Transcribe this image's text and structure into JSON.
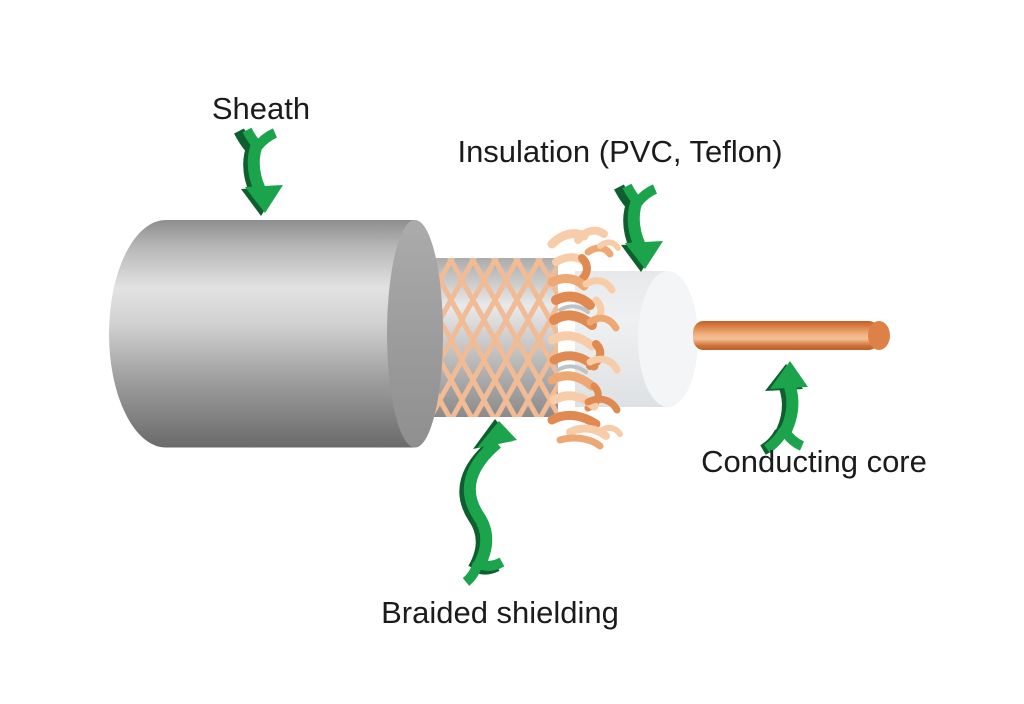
{
  "diagram": {
    "subject": "Coaxial cable cutaway diagram",
    "background": "#ffffff",
    "parts": [
      {
        "id": "sheath",
        "label": "Sheath",
        "arrow": "down"
      },
      {
        "id": "insulation",
        "label": "Insulation (PVC, Teflon)",
        "arrow": "down"
      },
      {
        "id": "braided-shielding",
        "label": "Braided shielding",
        "arrow": "curved-up"
      },
      {
        "id": "conducting-core",
        "label": "Conducting core",
        "arrow": "up"
      }
    ],
    "colors": {
      "arrow_green": "#1ca44c",
      "arrow_green_dark": "#0d5f2e",
      "sheath_gray_light": "#e2e2e2",
      "sheath_gray_dark": "#6a6a6a",
      "braid_copper": "#f0bb95",
      "fray_copper_light": "#f7cda9",
      "fray_copper_mid": "#eda873",
      "fray_copper_dark": "#e08a52",
      "insulation_white": "#eaecee",
      "core_copper_light": "#f2b585",
      "core_copper_dark": "#bd5f2a",
      "label_text": "#1b1b1b"
    }
  }
}
